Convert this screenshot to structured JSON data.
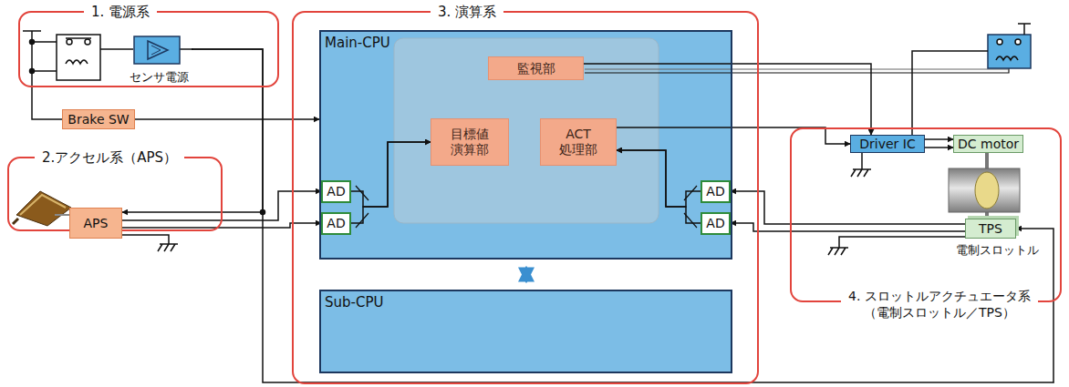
{
  "diagram": {
    "nodes": [
      {
        "text": [
          "1. 電源系"
        ]
      },
      {
        "text": [
          "センサ電源"
        ],
        "in": 0
      },
      {
        "text": [
          "Brake SW"
        ]
      },
      {
        "text": [
          "2.アクセル系（APS）"
        ]
      },
      {
        "text": [
          "APS"
        ],
        "in": 3
      },
      {
        "text": [
          "3. 演算系"
        ]
      },
      {
        "text": [
          "Main-CPU"
        ],
        "in": 5
      },
      {
        "text": [
          "監視部"
        ],
        "in": 6
      },
      {
        "text": [
          "目標値 演算部"
        ],
        "in": 6
      },
      {
        "text": [
          "ACT 処理部"
        ],
        "in": 6
      },
      {
        "text": [
          "AD"
        ],
        "in": 6
      },
      {
        "text": [
          "AD"
        ],
        "in": 6
      },
      {
        "text": [
          "AD"
        ],
        "in": 6
      },
      {
        "text": [
          "AD"
        ],
        "in": 6
      },
      {
        "text": [
          "Sub-CPU"
        ],
        "in": 5
      },
      {
        "text": [
          "4. スロットルアクチュエータ系 （電制スロットル／TPS）"
        ]
      },
      {
        "text": [
          "Driver IC"
        ],
        "in": 15
      },
      {
        "text": [
          "DC motor"
        ],
        "in": 15
      },
      {
        "text": [
          "TPS"
        ],
        "in": 15
      }
    ],
    "edges": [
      {
        "from": 2,
        "to": 6,
        "arrow": "to"
      },
      {
        "from": 4,
        "to": 10,
        "arrow": "to"
      },
      {
        "from": 4,
        "to": 11,
        "arrow": "to"
      },
      {
        "from": 10,
        "to": 8,
        "arrow": "to"
      },
      {
        "from": 11,
        "to": 8,
        "arrow": "to"
      },
      {
        "from": 12,
        "to": 9,
        "arrow": "to"
      },
      {
        "from": 13,
        "to": 9,
        "arrow": "to"
      },
      {
        "from": 9,
        "to": 16,
        "arrow": "to"
      },
      {
        "from": 7,
        "to": 16,
        "arrow": "to"
      },
      {
        "from": 16,
        "to": 17,
        "arrow": "to"
      },
      {
        "from": 16,
        "to": 17,
        "arrow": "to"
      },
      {
        "from": 18,
        "to": 12,
        "arrow": "to"
      },
      {
        "from": 18,
        "to": 13,
        "arrow": "to"
      },
      {
        "from": 6,
        "to": 14,
        "arrow": "both"
      },
      {
        "from": 1,
        "to": 4,
        "arrow": "to"
      },
      {
        "from": 1,
        "to": 18,
        "arrow": "to"
      }
    ],
    "labels": [
      "電制スロットル"
    ]
  }
}
